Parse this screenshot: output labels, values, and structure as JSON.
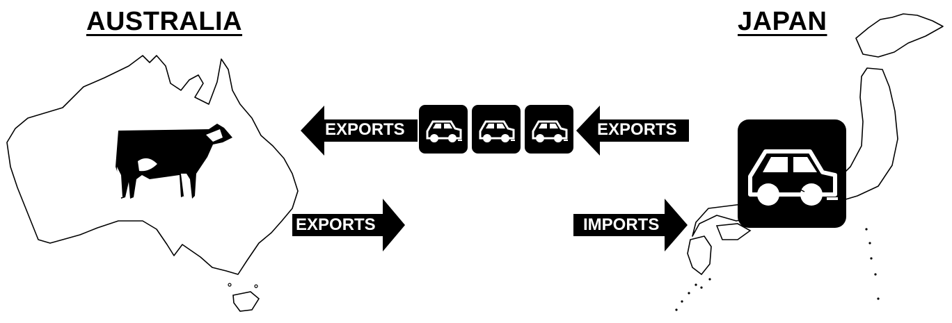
{
  "titles": {
    "australia": "AUSTRALIA",
    "japan": "JAPAN"
  },
  "arrows": {
    "top_left": "EXPORTS",
    "top_right": "EXPORTS",
    "bottom_left": "EXPORTS",
    "bottom_right": "IMPORTS"
  },
  "icons": {
    "australia_product": "cow-icon",
    "japan_product": "car-icon",
    "small_cars": [
      "car-icon",
      "car-icon",
      "car-icon"
    ]
  },
  "colors": {
    "ink": "#000000",
    "paper": "#ffffff"
  }
}
